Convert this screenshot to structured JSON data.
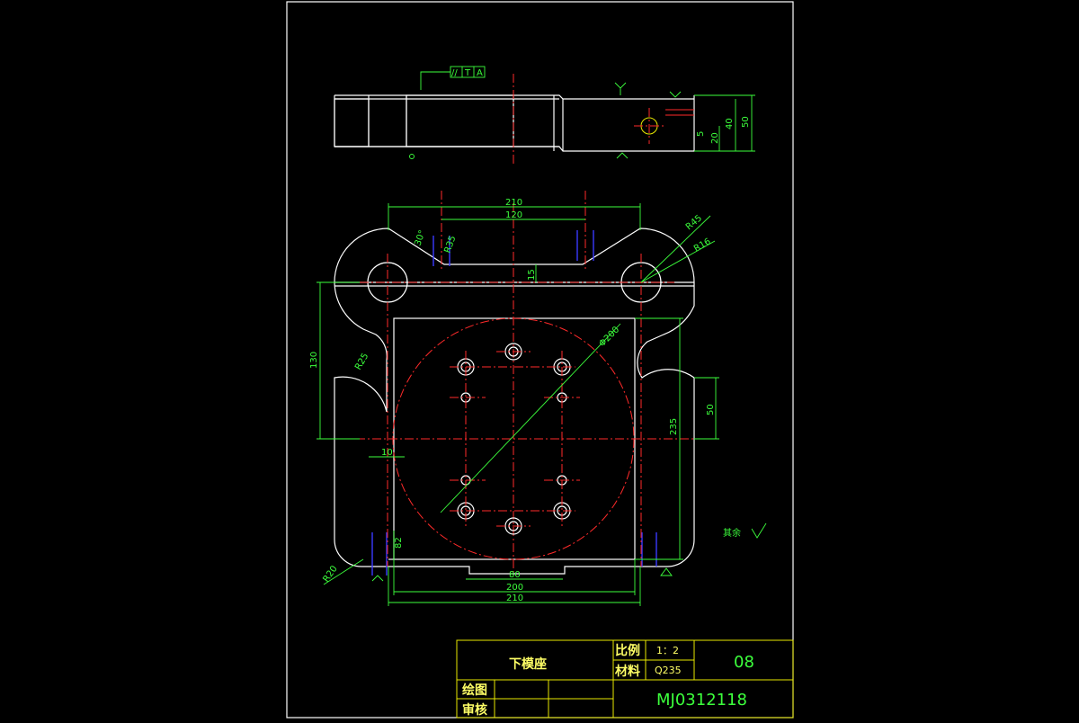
{
  "drawing": {
    "part_name": "下模座",
    "scale_label": "比例",
    "scale_value": "1：2",
    "material_label": "材料",
    "material_value": "Q235",
    "sheet_number": "08",
    "drawing_number": "MJ0312118",
    "drawn_label": "绘图",
    "checked_label": "审核",
    "roughness_note": "其余",
    "tolerance_frame": [
      "//",
      "T",
      "A"
    ]
  },
  "dimensions": {
    "top_view": {
      "width_total": "210",
      "hole_spacing": "120",
      "angle": "30°",
      "r35": "R35",
      "r45": "R45",
      "r16": "R16",
      "r15": "15",
      "height_130": "130",
      "r25_left": "R25",
      "dia_200": "Φ200",
      "h235": "235",
      "h50": "50",
      "offset_10": "10",
      "h82": "82",
      "r20": "R20",
      "w80": "80",
      "w200": "200",
      "w210": "210"
    },
    "front_view": {
      "h50": "50",
      "h40": "40",
      "h20": "20",
      "h5": "5"
    }
  },
  "colors": {
    "outline": "#ffffff",
    "centerline": "#ff2a2a",
    "dimension": "#3cff3c",
    "titleblock": "#e8e800",
    "hidden": "#3a3aff"
  }
}
